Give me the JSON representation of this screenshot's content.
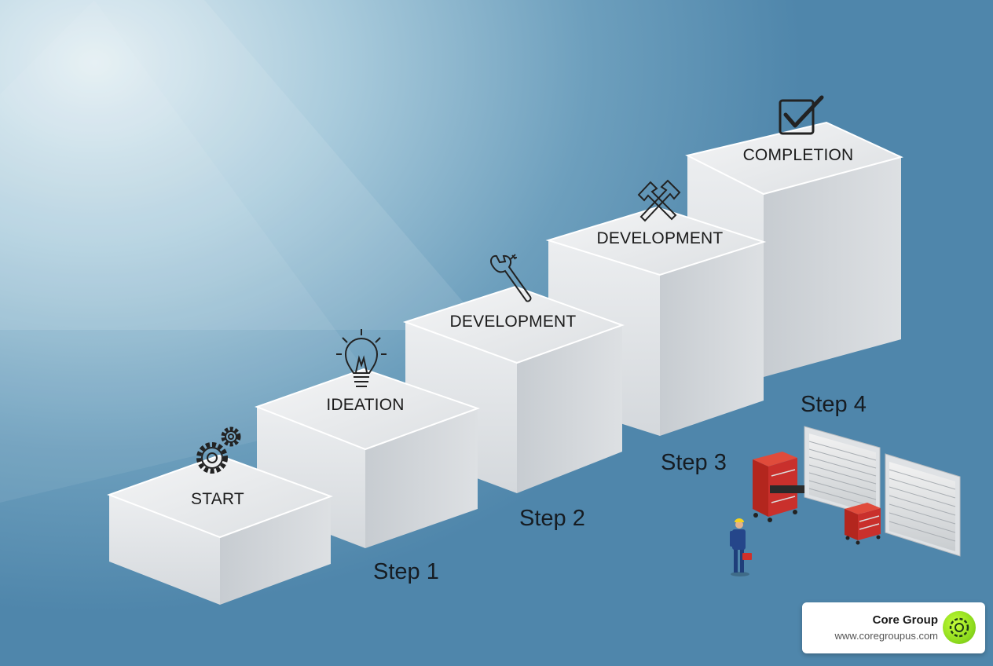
{
  "blocks": [
    {
      "name": "START",
      "icon": "gears-icon"
    },
    {
      "name": "IDEATION",
      "icon": "lightbulb-icon"
    },
    {
      "name": "DEVELOPMENT",
      "icon": "wrench-icon"
    },
    {
      "name": "DEVELOPMENT",
      "icon": "crossed-hammers-icon"
    },
    {
      "name": "COMPLETION",
      "icon": "checkbox-icon"
    }
  ],
  "steps": [
    "Step 1",
    "Step 2",
    "Step 3",
    "Step 4"
  ],
  "badge": {
    "name": "Core Group",
    "url": "www.coregroupus.com",
    "logo": "core-group-logo-icon"
  },
  "colors": {
    "accent": "#8fdc1e",
    "toolbox": "#c62828",
    "background": "#6d9fbd"
  }
}
